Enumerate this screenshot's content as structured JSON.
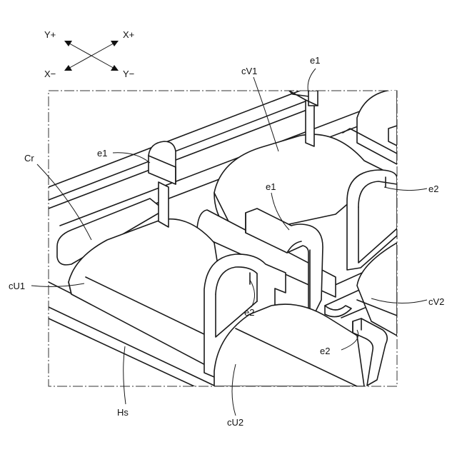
{
  "axes": {
    "y_plus": "Y+",
    "x_plus": "X+",
    "x_minus": "X−",
    "y_minus": "Y−"
  },
  "labels": {
    "e1_top": "e1",
    "cV1": "cV1",
    "Cr": "Cr",
    "e1_left": "e1",
    "e1_mid": "e1",
    "e2_right": "e2",
    "cU1": "cU1",
    "e2_mid": "e2",
    "cV2": "cV2",
    "e2_bottom": "e2",
    "Hs": "Hs",
    "cU2": "cU2"
  }
}
